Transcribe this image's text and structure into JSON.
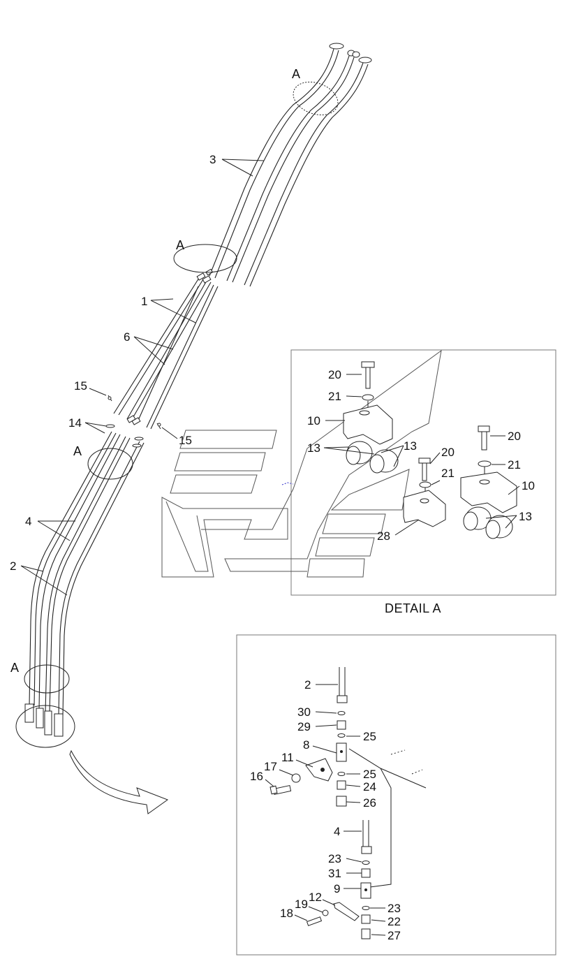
{
  "detail_a": {
    "caption": "DETAIL A",
    "labels": [
      "20",
      "21",
      "10",
      "13",
      "13",
      "20",
      "20",
      "21",
      "21",
      "10",
      "13",
      "28"
    ]
  },
  "main_view": {
    "section_markers": [
      "A",
      "A",
      "A",
      "A"
    ],
    "labels": [
      "3",
      "1",
      "6",
      "15",
      "14",
      "15",
      "4",
      "2"
    ]
  },
  "bottom_detail": {
    "labels": [
      "2",
      "30",
      "29",
      "25",
      "8",
      "11",
      "17",
      "16",
      "25",
      "24",
      "26",
      "4",
      "23",
      "31",
      "9",
      "12",
      "19",
      "18",
      "23",
      "22",
      "27"
    ]
  }
}
